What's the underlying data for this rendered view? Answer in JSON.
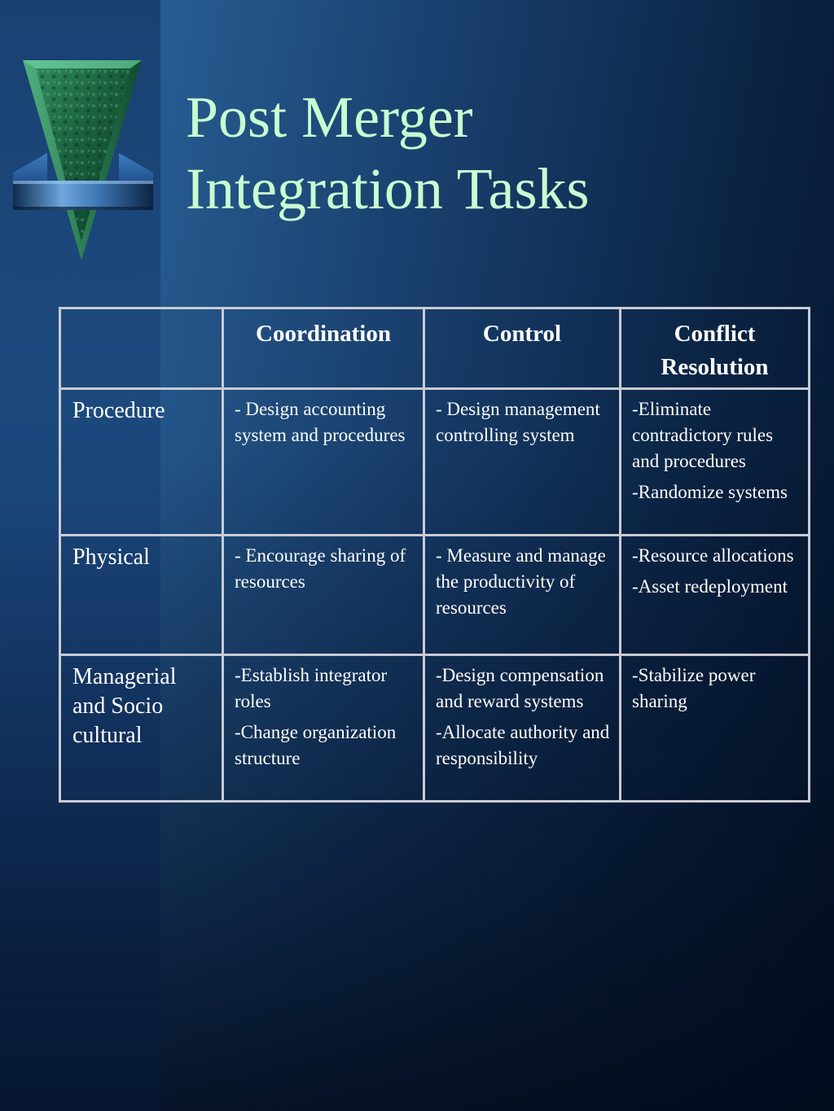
{
  "slide": {
    "title_line1": "Post Merger",
    "title_line2": "Integration Tasks",
    "colors": {
      "title": "#c8ffd0",
      "text": "#ffffff",
      "table_border": "#c9cbd3",
      "background_light": "#2e6aa4",
      "background_dark": "#03132a",
      "logo_gem": "#1e6e48"
    },
    "logo_icon": "green-triangle-gem-icon"
  },
  "table": {
    "headers": [
      "",
      "Coordination",
      "Control",
      "Conflict Resolution"
    ],
    "rows": [
      {
        "label": "Procedure",
        "cells": [
          [
            "-  Design accounting system and procedures"
          ],
          [
            "-  Design management controlling system"
          ],
          [
            "-Eliminate contradictory rules and procedures",
            "-Randomize systems"
          ]
        ]
      },
      {
        "label": "Physical",
        "cells": [
          [
            "-  Encourage sharing of resources"
          ],
          [
            "-  Measure and manage the productivity of resources"
          ],
          [
            "-Resource allocations",
            "-Asset redeployment"
          ]
        ]
      },
      {
        "label": "Managerial and Socio cultural",
        "cells": [
          [
            "-Establish integrator roles",
            "-Change organization structure"
          ],
          [
            "-Design compensation and reward systems",
            "-Allocate authority and responsibility"
          ],
          [
            "-Stabilize power sharing"
          ]
        ]
      }
    ]
  }
}
